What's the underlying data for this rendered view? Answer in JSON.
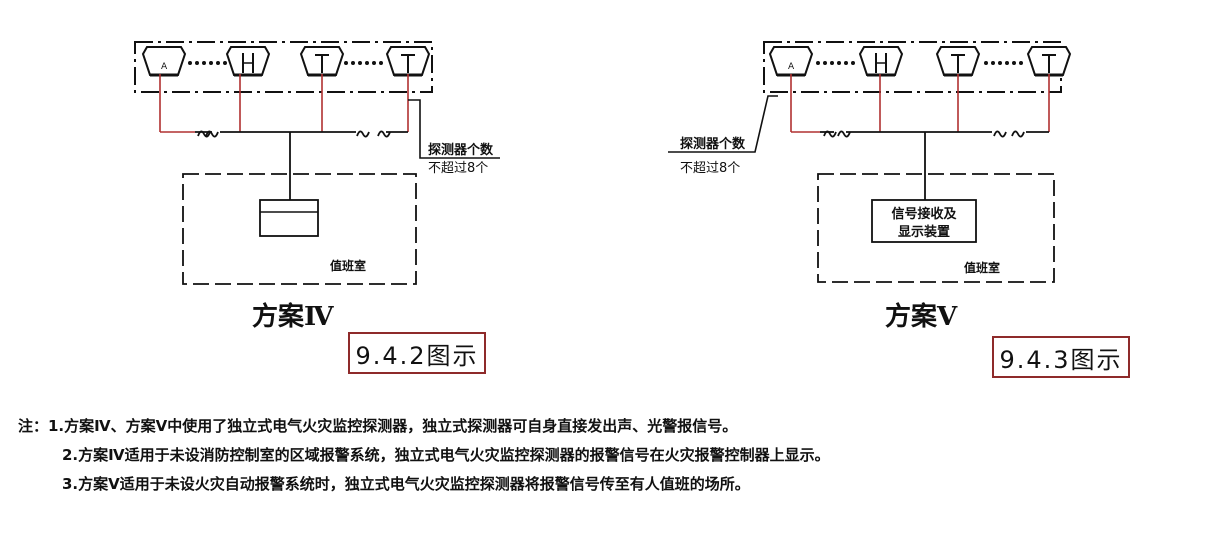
{
  "scheme_iv": {
    "title": "方案Ⅳ",
    "caption": "9.4.2图示",
    "detector_note_line1": "探测器个数",
    "detector_note_line2": "不超过8个",
    "room_label": "值班室"
  },
  "scheme_v": {
    "title": "方案Ⅴ",
    "caption": "9.4.3图示",
    "detector_note_line1": "探测器个数",
    "detector_note_line2": "不超过8个",
    "device_label_line1": "信号接收及",
    "device_label_line2": "显示装置",
    "room_label": "值班室"
  },
  "notes": {
    "line1": "注：1.方案Ⅳ、方案Ⅴ中使用了独立式电气火灾监控探测器，独立式探测器可自身直接发出声、光警报信号。",
    "line2": "2.方案Ⅳ适用于未设消防控制室的区域报警系统，独立式电气火灾监控探测器的报警信号在火灾报警控制器上显示。",
    "line3": "3.方案Ⅴ适用于未设火灾自动报警系统时，独立式电气火灾监控探测器将报警信号传至有人值班的场所。"
  },
  "colors": {
    "wire_red": "#b03030",
    "caption_border": "#8e2a2a",
    "line": "#111111"
  }
}
